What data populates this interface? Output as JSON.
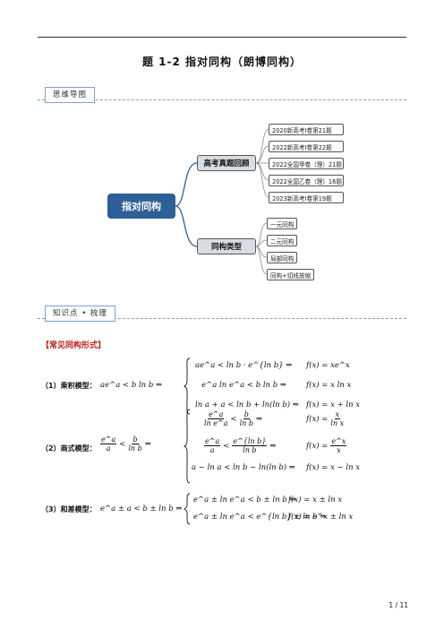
{
  "title": "题 1-2   指对同构（朗博同构）",
  "sections": {
    "mindmap_tag": "思维导图",
    "knowledge_tag": "知识点 • 梳理"
  },
  "mindmap": {
    "root": "指对同构",
    "branch1": "高考真题回顾",
    "branch1_items": [
      "2020新高考Ⅰ卷第21题",
      "2022新高考Ⅰ卷第22题",
      "2022全国甲卷（理）21题",
      "2022全国乙卷（理）16题",
      "2023新高考Ⅰ卷第19题"
    ],
    "branch2": "同构类型",
    "branch2_items": [
      "一元同构",
      "二元同构",
      "局部同构",
      "同构+切线放缩"
    ]
  },
  "forms_heading": "【常见同构形式】",
  "forms": {
    "f1": {
      "label": "（1）乘积模型：",
      "lhs": "ae^a < b ln b ⇒",
      "rows": [
        {
          "left": "ae^a < ln b · e^{ln b} ⇒",
          "right": "f(x) = xe^x"
        },
        {
          "left": "e^a ln e^a < b ln b ⇒",
          "right": "f(x) = x ln x"
        },
        {
          "left": "ln a + a < ln b + ln(ln b) ⇒",
          "right": "f(x) = x + ln x"
        }
      ]
    },
    "f2": {
      "label": "（2）商式模型：",
      "lhs_num1": "e^a",
      "lhs_den1": "a",
      "lhs_num2": "b",
      "lhs_den2": "ln b",
      "rows": [
        {
          "num1": "e^a",
          "den1": "ln e^a",
          "num2": "b",
          "den2": "ln b",
          "right_num": "x",
          "right_den": "ln x",
          "fx": "f(x) ="
        },
        {
          "num1": "e^a",
          "den1": "a",
          "num2": "e^{ln b}",
          "den2": "ln b",
          "right_num": "e^x",
          "right_den": "x",
          "fx": "f(x) ="
        },
        {
          "left": "a − ln a < ln b − ln(ln b) ⇒",
          "right": "f(x) = x − ln x"
        }
      ]
    },
    "f3": {
      "label": "（3）和差模型：",
      "lhs": "e^a ± a < b ± ln b ⇒",
      "rows": [
        {
          "left": "e^a ± ln e^a < b ± ln b ⇒",
          "right": "f(x) = x ± ln x"
        },
        {
          "left": "e^a ± ln e^a < e^{ln b} ± ln b ⇒",
          "right": "f(x) = e^x ± ln x"
        }
      ]
    }
  },
  "page_number": "1 / 11"
}
